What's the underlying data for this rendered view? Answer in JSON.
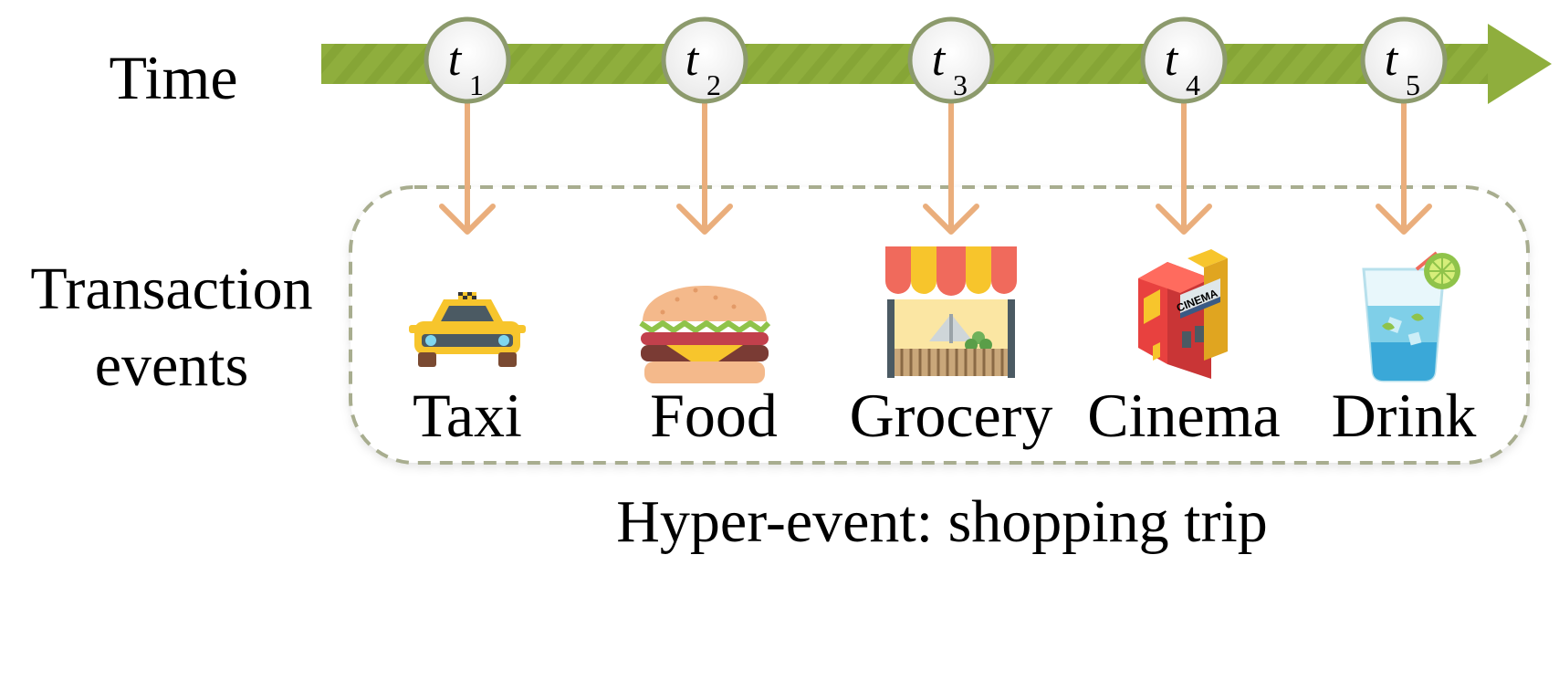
{
  "labels": {
    "time": "Time",
    "transaction_line1": "Transaction",
    "transaction_line2": "events",
    "hyper_event": "Hyper-event: shopping trip"
  },
  "timeline": [
    {
      "var": "t",
      "sub": "1"
    },
    {
      "var": "t",
      "sub": "2"
    },
    {
      "var": "t",
      "sub": "3"
    },
    {
      "var": "t",
      "sub": "4"
    },
    {
      "var": "t",
      "sub": "5"
    }
  ],
  "events": [
    {
      "label": "Taxi",
      "icon": "taxi-icon"
    },
    {
      "label": "Food",
      "icon": "burger-icon"
    },
    {
      "label": "Grocery",
      "icon": "grocery-stall-icon"
    },
    {
      "label": "Cinema",
      "icon": "cinema-building-icon"
    },
    {
      "label": "Drink",
      "icon": "drink-glass-icon"
    }
  ],
  "colors": {
    "arrow": "#8fae3d",
    "connector": "#eaae7c",
    "node_border": "#8c9a6c",
    "group_border": "#a8ad8f"
  }
}
